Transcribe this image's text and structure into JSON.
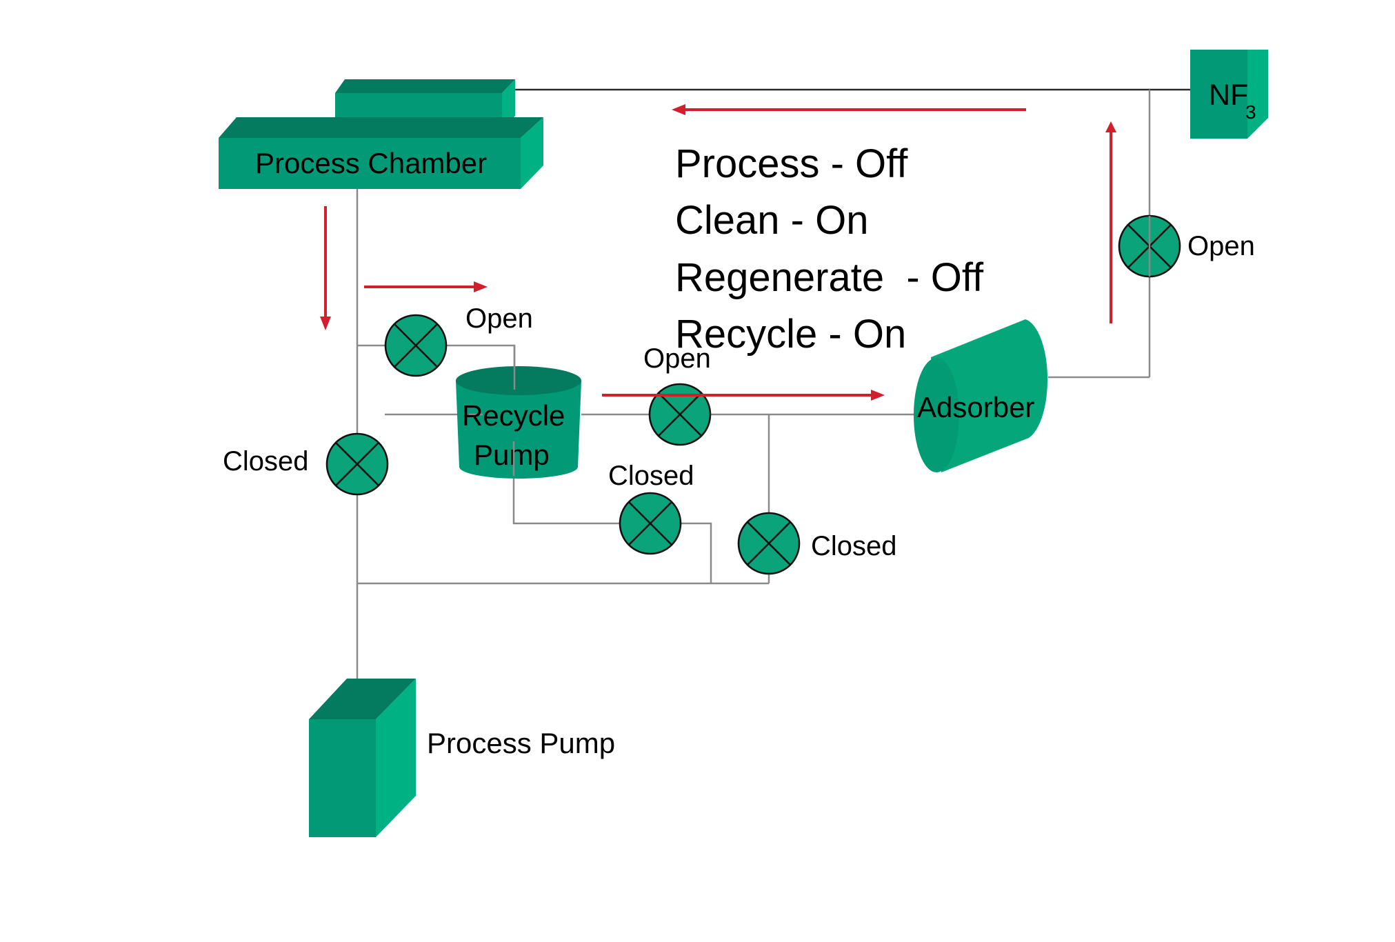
{
  "diagram": {
    "components": {
      "process_chamber": "Process Chamber",
      "recycle_pump_line1": "Recycle",
      "recycle_pump_line2": "Pump",
      "adsorber": "Adsorber",
      "process_pump": "Process Pump",
      "nf3_main": "NF",
      "nf3_sub": "3"
    },
    "mode_status": [
      {
        "mode": "Process",
        "state": "Off",
        "text": "Process - Off"
      },
      {
        "mode": "Clean",
        "state": "On",
        "text": "Clean - On"
      },
      {
        "mode": "Regenerate",
        "state": "Off",
        "text": "Regenerate  - Off"
      },
      {
        "mode": "Recycle",
        "state": "On",
        "text": "Recycle - On"
      }
    ],
    "valves": [
      {
        "id": "chamber-to-recycle-valve",
        "state": "Open"
      },
      {
        "id": "recycle-outlet-valve",
        "state": "Open"
      },
      {
        "id": "chamber-to-process-pump-valve",
        "state": "Closed"
      },
      {
        "id": "recycle-bypass-valve",
        "state": "Closed"
      },
      {
        "id": "adsorber-bypass-valve",
        "state": "Closed"
      },
      {
        "id": "nf3-return-valve",
        "state": "Open"
      }
    ],
    "colors": {
      "equipment_front": "#029a76",
      "equipment_top": "#047a5e",
      "equipment_side": "#00b283",
      "valve_fill": "#0aa37a",
      "flow_arrow": "#d21f2b",
      "pipe": "#8a8a8a"
    }
  }
}
